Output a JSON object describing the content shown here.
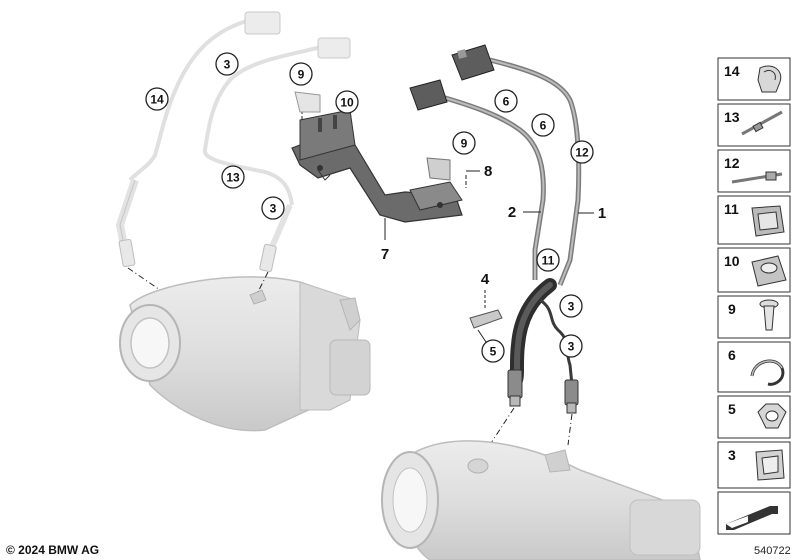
{
  "diagram": {
    "callouts": [
      {
        "id": "c-14-left",
        "text": "14",
        "circled": true
      },
      {
        "id": "c-3-top",
        "text": "3",
        "circled": true
      },
      {
        "id": "c-13",
        "text": "13",
        "circled": true
      },
      {
        "id": "c-3-left",
        "text": "3",
        "circled": true
      },
      {
        "id": "c-9-top",
        "text": "9",
        "circled": true
      },
      {
        "id": "c-10",
        "text": "10",
        "circled": true
      },
      {
        "id": "c-9-mid",
        "text": "9",
        "circled": true
      },
      {
        "id": "c-8",
        "text": "8",
        "circled": false
      },
      {
        "id": "c-7",
        "text": "7",
        "circled": false
      },
      {
        "id": "c-6-a",
        "text": "6",
        "circled": true
      },
      {
        "id": "c-6-b",
        "text": "6",
        "circled": true
      },
      {
        "id": "c-12",
        "text": "12",
        "circled": true
      },
      {
        "id": "c-2",
        "text": "2",
        "circled": false
      },
      {
        "id": "c-1",
        "text": "1",
        "circled": false
      },
      {
        "id": "c-11",
        "text": "11",
        "circled": true
      },
      {
        "id": "c-4",
        "text": "4",
        "circled": false
      },
      {
        "id": "c-5",
        "text": "5",
        "circled": true
      },
      {
        "id": "c-3-r1",
        "text": "3",
        "circled": true
      },
      {
        "id": "c-3-r2",
        "text": "3",
        "circled": true
      }
    ]
  },
  "parts_legend": [
    {
      "number": "14",
      "icon": "clip-icon"
    },
    {
      "number": "13",
      "icon": "cable-tie-icon"
    },
    {
      "number": "12",
      "icon": "cable-tie-icon"
    },
    {
      "number": "11",
      "icon": "bracket-clip-icon"
    },
    {
      "number": "10",
      "icon": "bracket-clip-icon"
    },
    {
      "number": "9",
      "icon": "rivet-icon"
    },
    {
      "number": "6",
      "icon": "hose-clip-icon"
    },
    {
      "number": "5",
      "icon": "hex-nut-icon"
    },
    {
      "number": "3",
      "icon": "clip-nut-icon"
    }
  ],
  "legend_footer_icon": "arrow-icon",
  "footer": {
    "copyright": "© 2024 BMW AG",
    "diagram_number": "540722"
  }
}
